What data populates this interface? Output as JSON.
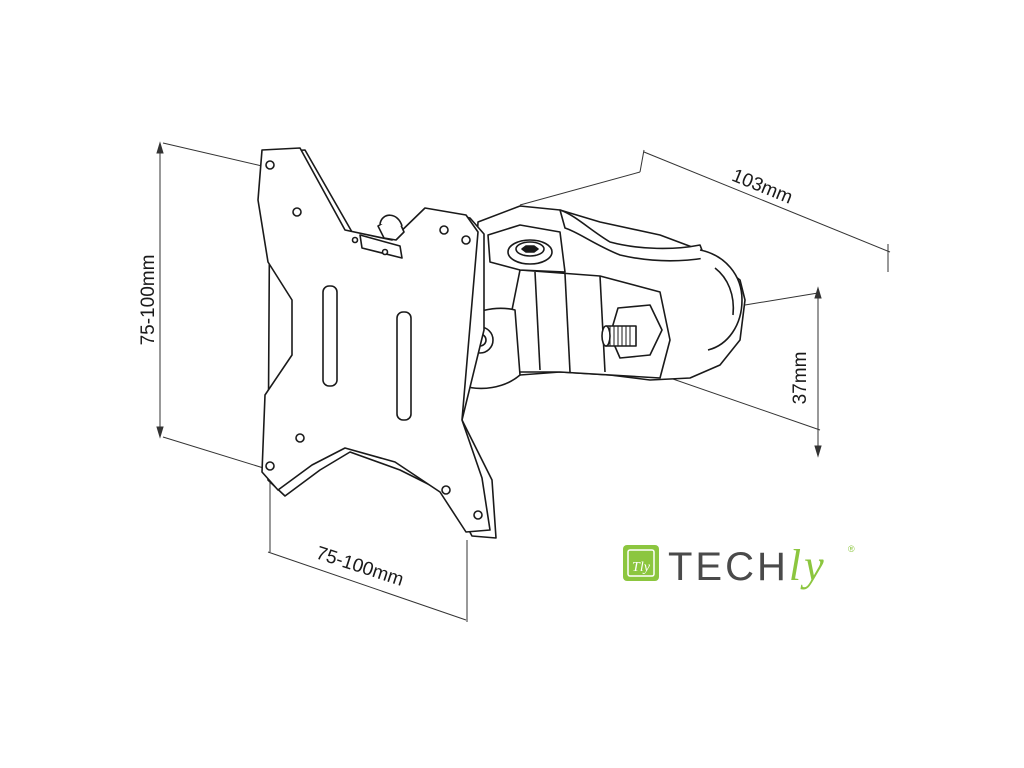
{
  "dimensions": {
    "height_label": "75-100mm",
    "width_label": "75-100mm",
    "depth_label": "103mm",
    "thickness_label": "37mm"
  },
  "brand": {
    "name_main": "TECH",
    "name_suffix": "ly",
    "logo_mark": "Tly",
    "registered": "®",
    "accent_color": "#8cc63f",
    "text_color": "#4a4a4a"
  },
  "colors": {
    "line": "#1a1a1a",
    "dimension_line": "#333333",
    "background": "#ffffff"
  }
}
